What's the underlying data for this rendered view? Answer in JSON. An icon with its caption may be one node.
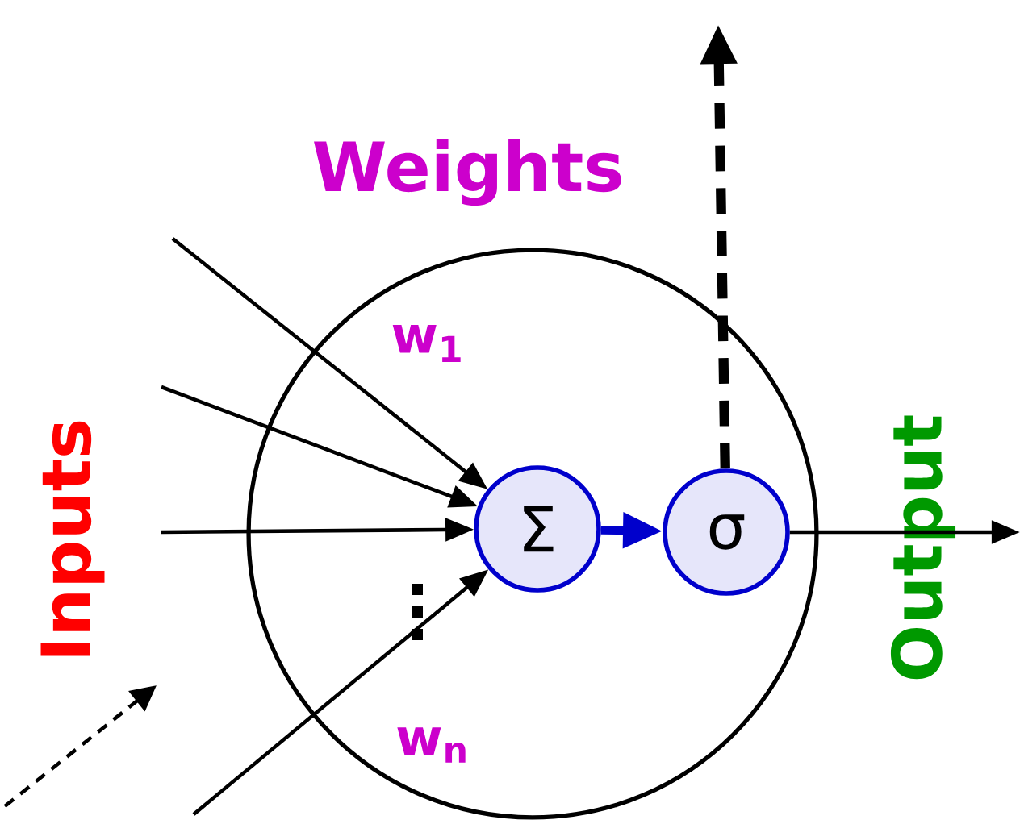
{
  "diagram": {
    "nodes": [
      {
        "text": [],
        "shape": "circle"
      },
      {
        "text": [
          "Σ"
        ],
        "in": 0
      },
      {
        "text": [
          "σ"
        ],
        "in": 0
      }
    ],
    "edges": [
      {
        "from": null,
        "to": 1,
        "arrow": "to"
      },
      {
        "from": null,
        "to": 1,
        "arrow": "to"
      },
      {
        "from": null,
        "to": 1,
        "arrow": "to"
      },
      {
        "from": null,
        "to": 1,
        "arrow": "to"
      },
      {
        "from": 1,
        "to": 2,
        "arrow": "to",
        "style": "thick",
        "color": "#0000cc"
      },
      {
        "from": 2,
        "to": null,
        "arrow": "to"
      },
      {
        "from": 2,
        "to": null,
        "arrow": "to",
        "style": "dashed"
      }
    ],
    "labels": [
      "Weights",
      "w$_{1}$",
      "Inputs",
      "w$_{n}$",
      "Output"
    ]
  }
}
